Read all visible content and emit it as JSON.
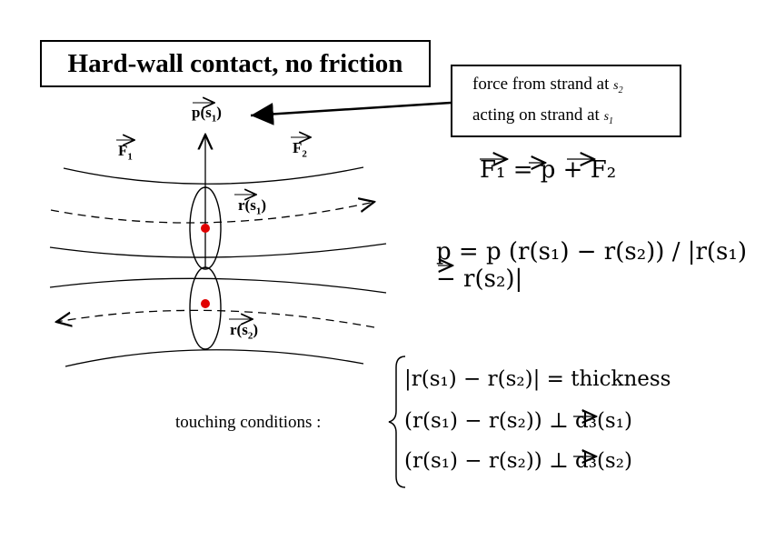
{
  "title": "Hard-wall contact, no friction",
  "note": {
    "line1_text": "force from strand at",
    "line1_var": "s",
    "line1_sub": "2",
    "line2_text": "acting on strand at",
    "line2_var": "s",
    "line2_sub": "1"
  },
  "diagram_labels": {
    "p_label": "p(s",
    "p_sub": "1",
    "F1_label": "F",
    "F1_sub": "1",
    "F2_label": "F",
    "F2_sub": "2",
    "r1_label": "r(s",
    "r1_sub": "1",
    "r2_label": "r(s",
    "r2_sub": "2",
    "close_paren": ")"
  },
  "equations": {
    "force_sum": "F₁ = p + F₂",
    "p_def": "p = p (r(s₁) − r(s₂)) / |r(s₁) − r(s₂)|"
  },
  "touching": {
    "label": "touching conditions :",
    "conditions": [
      "|r(s₁) − r(s₂)| = thickness",
      "(r(s₁) − r(s₂)) ⊥ d₃(s₁)",
      "(r(s₁) − r(s₂)) ⊥ d₃(s₂)"
    ],
    "thickness_word": "thickness"
  },
  "colors": {
    "contact_point": "#e00000",
    "line": "#000000"
  }
}
